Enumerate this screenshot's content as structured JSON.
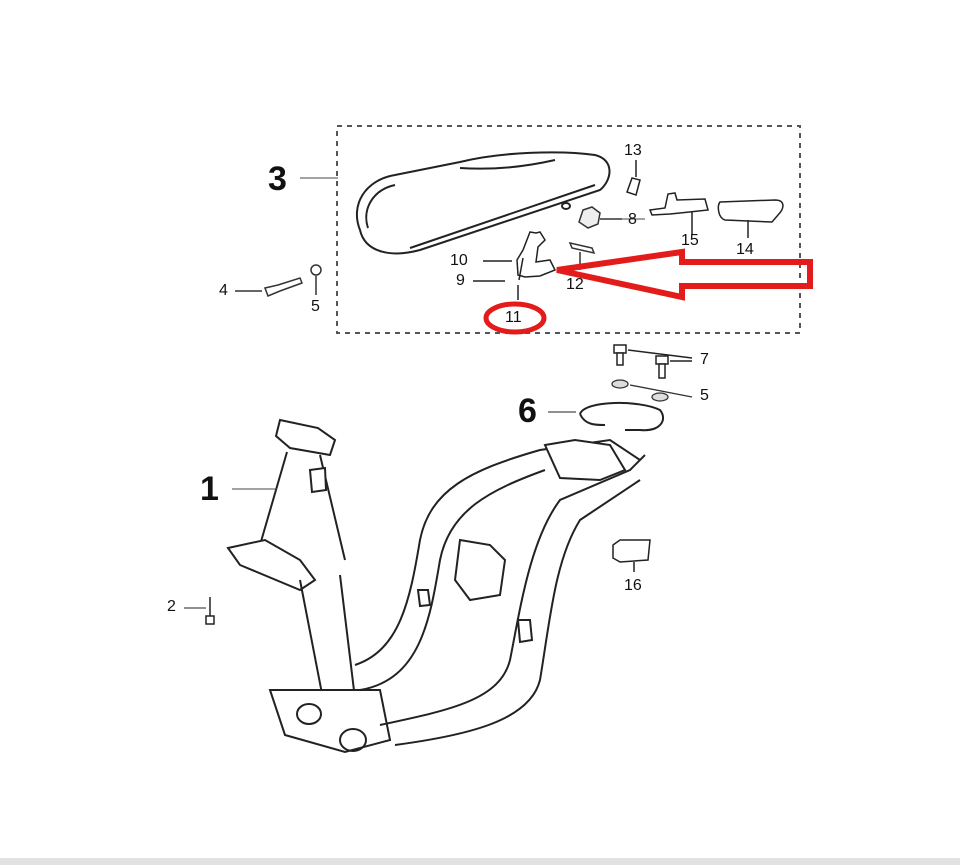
{
  "diagram": {
    "type": "exploded parts diagram",
    "subject": "scooter frame and seat assembly",
    "group_box": {
      "label": "3",
      "style": "dashed"
    },
    "callouts": [
      {
        "id": "1",
        "part": "frame",
        "size": "big"
      },
      {
        "id": "2",
        "part": "bolt",
        "size": "small"
      },
      {
        "id": "3",
        "part": "seat assembly group",
        "size": "big"
      },
      {
        "id": "4",
        "part": "bolt",
        "size": "small"
      },
      {
        "id": "5",
        "part": "washer",
        "size": "small"
      },
      {
        "id": "5",
        "part": "washer",
        "size": "small"
      },
      {
        "id": "6",
        "part": "rear grab rail",
        "size": "big"
      },
      {
        "id": "7",
        "part": "bolt",
        "size": "small"
      },
      {
        "id": "8",
        "part": "seat bumper",
        "size": "small"
      },
      {
        "id": "9",
        "part": "seat latch part",
        "size": "small"
      },
      {
        "id": "10",
        "part": "seat latch part",
        "size": "small"
      },
      {
        "id": "11",
        "part": "seat latch hook (highlighted)",
        "size": "small"
      },
      {
        "id": "12",
        "part": "screw",
        "size": "small"
      },
      {
        "id": "13",
        "part": "clip",
        "size": "small"
      },
      {
        "id": "14",
        "part": "handle cover",
        "size": "small"
      },
      {
        "id": "15",
        "part": "hinge",
        "size": "small"
      },
      {
        "id": "16",
        "part": "clip bracket",
        "size": "small"
      }
    ],
    "labels": {
      "l1": "1",
      "l2": "2",
      "l3": "3",
      "l4": "4",
      "l5a": "5",
      "l5b": "5",
      "l6": "6",
      "l7": "7",
      "l8": "8",
      "l9": "9",
      "l10": "10",
      "l11": "11",
      "l12": "12",
      "l13": "13",
      "l14": "14",
      "l15": "15",
      "l16": "16"
    },
    "annotations": {
      "highlight_color": "#e31b1b",
      "highlighted_part": "11",
      "arrow_points_to": "latch assembly (11)"
    }
  }
}
